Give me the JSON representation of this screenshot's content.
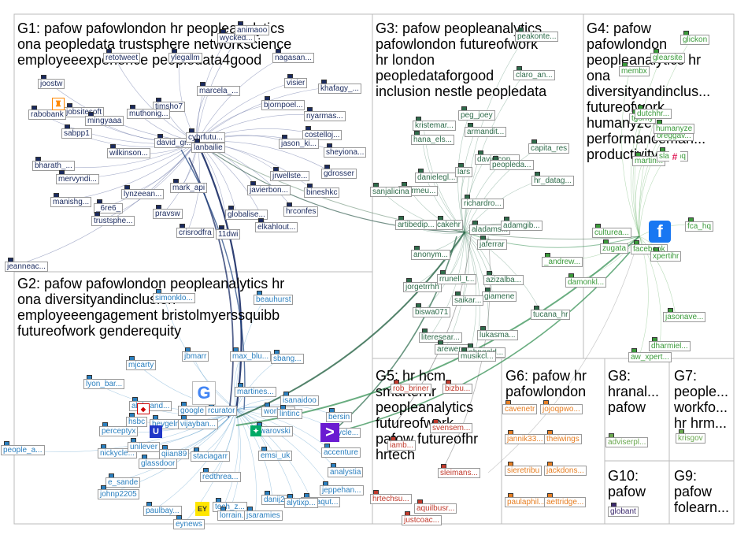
{
  "groups": {
    "g1": "G1: pafow pafowlondon hr peopleanalytics\nona peopledata trustsphere networkscience\nemployeeexperience peopledata4good",
    "g2": "G2: pafow pafowlondon peopleanalytics hr\nona diversityandinclusion\nemployeeengagement bristolmyerssquibb\nfutureofwork genderequity",
    "g3": "G3: pafow peopleanalytics\npafowlondon futureofwork\nhr london\npeopledataforgood\ninclusion nestle peopledata",
    "g4": "G4: pafow\npafowlondon\npeopleanalytics hr\nona\ndiversityandinclus...\nfutureofwork\nhumanyze\nperformanceman...\nproductivity",
    "g5": "G5: hr hcm\nsmarterhr\npeopleanalytics\nfutureofwork\npafow futureofhr\nhrtech",
    "g6": "G6: pafow hr\npafowlondon",
    "g7": "G7:\npeople...\nworkfo...\nhr hrm...",
    "g8": "G8:\nhranal...\npafow",
    "g9": "G9:\npafow\nfolearn...",
    "g10": "G10:\npafow"
  },
  "nodes": {
    "g1": [
      "wycked...",
      "animaoo",
      "retotweet",
      "ylegallm",
      "nagasan...",
      "joostw",
      "timsho7",
      "visier",
      "jobsitesoft",
      "marcela_...",
      "khafagy_...",
      "rabobank",
      "muthonig...",
      "bjornpoel...",
      "mingyaaa",
      "nyarmas...",
      "sabpp1",
      "david_gr...",
      "cybrfutu...",
      "lanbailie",
      "costelloj...",
      "wilkinson...",
      "jason_ki...",
      "bharath_...",
      "sheyiona...",
      "mervyndi...",
      "gdrosser",
      "jrwellste...",
      "lynzeean...",
      "mark_api",
      "javierbon...",
      "bineshkc",
      "manishg...",
      "_6re6_",
      "globalise...",
      "hrconfes",
      "trustsphe...",
      "pravsw",
      "crisrodfra",
      "11dwi",
      "elkahlout...",
      "jeanneac..."
    ],
    "g2": [
      "simonklo...",
      "beauhurst",
      "mjcarty",
      "jbmarr",
      "max_blu...",
      "sbang...",
      "lyon_bar...",
      "google",
      "martines...",
      "isanaidoo",
      "aleksand...",
      "rcurator",
      "workday",
      "lintinc",
      "bersin",
      "hsbc",
      "beygelm...",
      "vijayban...",
      "perceptyx",
      "swarovski",
      "nickycle...",
      "unilever",
      "emsi_uk",
      "accenture",
      "people_a...",
      "qiian89",
      "staciagarr",
      "glassdoor",
      "e_sande",
      "redthrea...",
      "analystia",
      "jeppehan...",
      "johnp2205",
      "darjaqut...",
      "paulbay...",
      "tech_z...",
      "danij2",
      "alytixp...",
      "eynews",
      "lorrain...",
      "jsaramies",
      "skycle..."
    ],
    "g3": [
      "peakonte...",
      "claro_an...",
      "peg_joey",
      "armandit...",
      "kristemar...",
      "hana_els...",
      "capita_res",
      "davidjcon...",
      "peopleda...",
      "danielegl...",
      "lars",
      "hr_datag...",
      "starmeu...",
      "sanjalicina",
      "richardro...",
      "cakehr",
      "artibedip...",
      "aladams...",
      "adamgib...",
      "jaferrar",
      "anonym...",
      "azizalba...",
      "jorgetrrhh",
      "rrunell_t...",
      "giamene",
      "saikar...",
      "biswa071",
      "lukasma...",
      "literesear...",
      "tucana_hr",
      "arewer...",
      "johngold...",
      "musikcl..."
    ],
    "g4": [
      "glickon",
      "glearsite",
      "membx",
      "tgorny",
      "dutchhr...",
      "oreggav...",
      "humanyze",
      "martin...",
      "slackhq",
      "fca_hq",
      "culturea...",
      "zugata",
      "facebook",
      "xpertihr",
      "_andrew...",
      "damonkl...",
      "jasonave...",
      "dharmiel...",
      "aw_xpert..."
    ],
    "g5": [
      "rob_briner",
      "bizbu...",
      "svensem...",
      "iamb...",
      "sleimans...",
      "hrtechsu...",
      "aquilbusr...",
      "justcoac..."
    ],
    "g6": [
      "cavenetr",
      "jojoqpwo...",
      "jannik33...",
      "theiwings",
      "sieretribu",
      "jackdons...",
      "paulaphil...",
      "aettridge..."
    ],
    "g7": [
      "krisgov"
    ],
    "g8": [
      "adviserpl..."
    ],
    "g10": [
      "globant"
    ]
  }
}
